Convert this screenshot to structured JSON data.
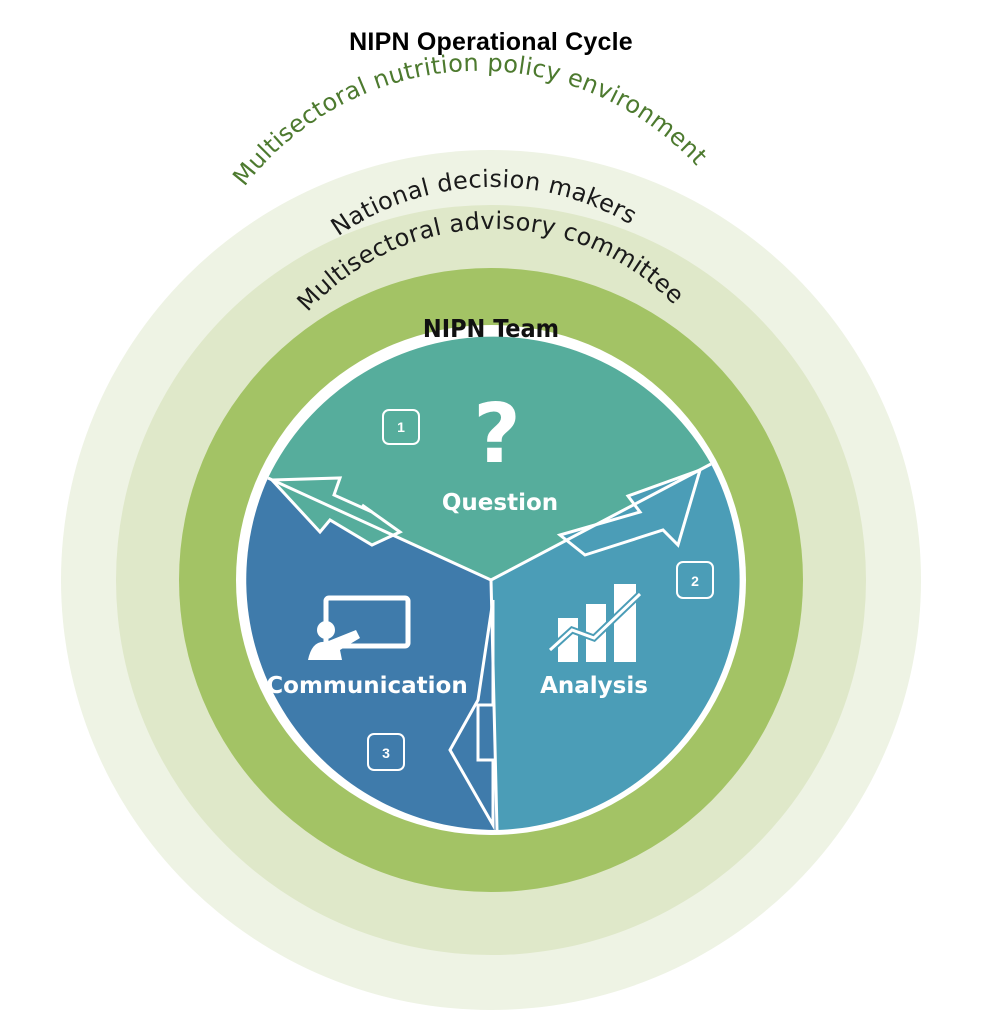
{
  "title": "NIPN Operational Cycle",
  "rings": {
    "outer": "Multisectoral nutrition policy environment",
    "second": "National decision makers",
    "third": "Multisectoral advisory committee",
    "team": "NIPN Team"
  },
  "segments": [
    {
      "label": "Question",
      "step": "1",
      "icon": "question-mark-icon"
    },
    {
      "label": "Analysis",
      "step": "2",
      "icon": "bar-chart-icon"
    },
    {
      "label": "Communication",
      "step": "3",
      "icon": "presenter-board-icon"
    }
  ],
  "colors": {
    "outer_ring": "#eef3e4",
    "second_ring": "#dfe8c9",
    "team_ring": "#a3c365",
    "question": "#56ad9c",
    "analysis": "#4b9db7",
    "communication": "#3f7bab",
    "outer_text": "#4d7a2f",
    "inner_text": "#1a1a1a"
  }
}
